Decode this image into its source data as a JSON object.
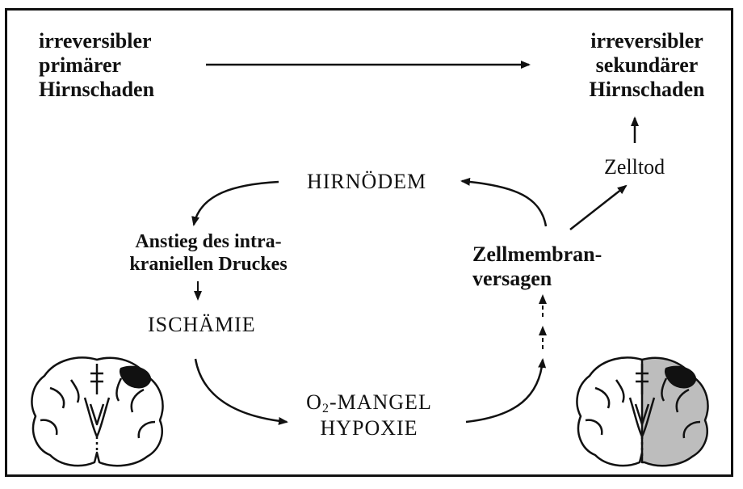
{
  "diagram": {
    "primary_damage": "irreversibler\nprimärer\nHirnschaden",
    "secondary_damage": "irreversibler\nsekundärer\nHirnschaden",
    "cell_death": "Zelltod",
    "brain_edema": "HIRNÖDEM",
    "pressure_rise": "Anstieg des intra-\nkraniellen Druckes",
    "membrane_failure": "Zellmembran-\nversagen",
    "ischemia": "ISCHÄMIE",
    "o2_prefix": "O",
    "o2_sub": "2",
    "o2_line1_rest": "-MANGEL",
    "hypoxia": "HYPOXIE"
  }
}
